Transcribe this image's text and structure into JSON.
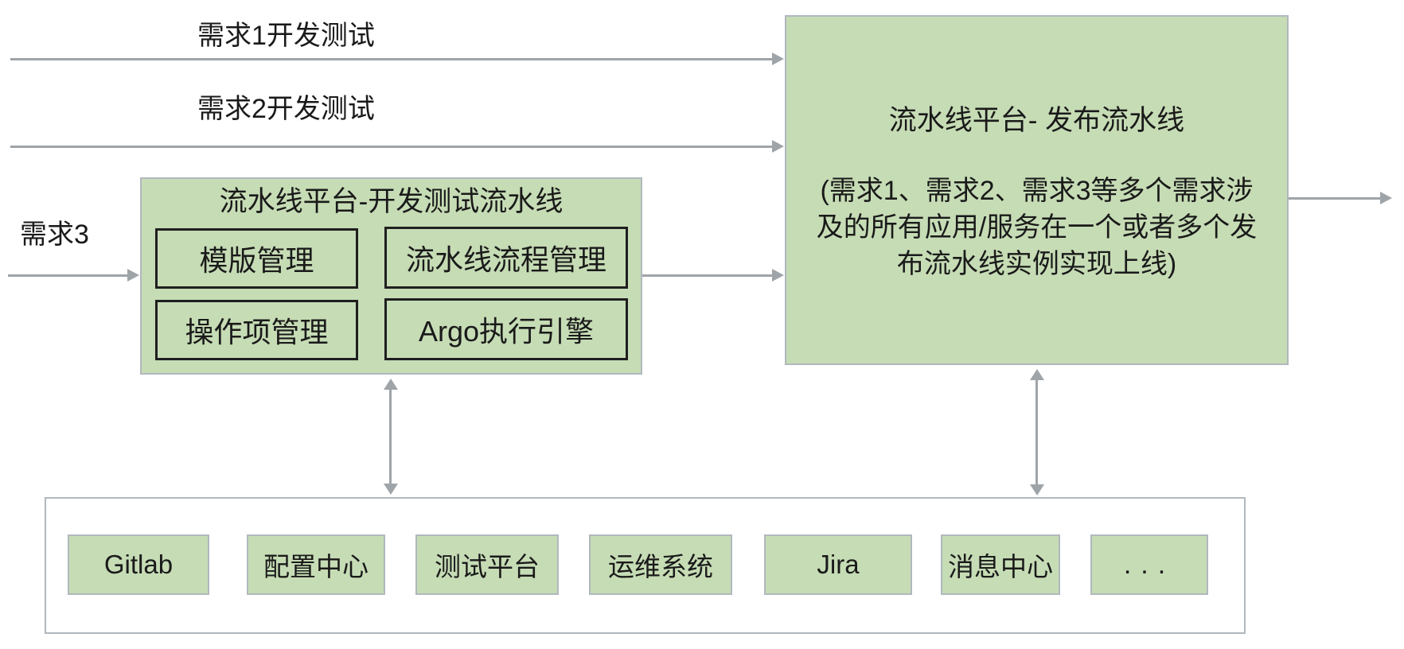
{
  "colors": {
    "box_green": "#c6dcb5",
    "light_border": "#b0b8be",
    "arrow_gray": "#9fa4a8",
    "module_border": "#1f1f1f",
    "text": "#1a1a1a"
  },
  "flow_labels": {
    "req1": "需求1开发测试",
    "req2": "需求2开发测试",
    "req3": "需求3"
  },
  "dev_pipeline": {
    "title": "流水线平台-开发测试流水线",
    "modules": [
      {
        "label": "模版管理"
      },
      {
        "label": "流水线流程管理"
      },
      {
        "label": "操作项管理"
      },
      {
        "label": "Argo执行引擎"
      }
    ]
  },
  "release_pipeline": {
    "title": "流水线平台- 发布流水线",
    "description_lines": [
      "(需求1、需求2、需求3等多个需求涉",
      "及的所有应用/服务在一个或者多个发",
      "布流水线实例实现上线)"
    ]
  },
  "integrations": [
    {
      "label": "Gitlab"
    },
    {
      "label": "配置中心"
    },
    {
      "label": "测试平台"
    },
    {
      "label": "运维系统"
    },
    {
      "label": "Jira"
    },
    {
      "label": "消息中心"
    },
    {
      "label": "..."
    }
  ]
}
